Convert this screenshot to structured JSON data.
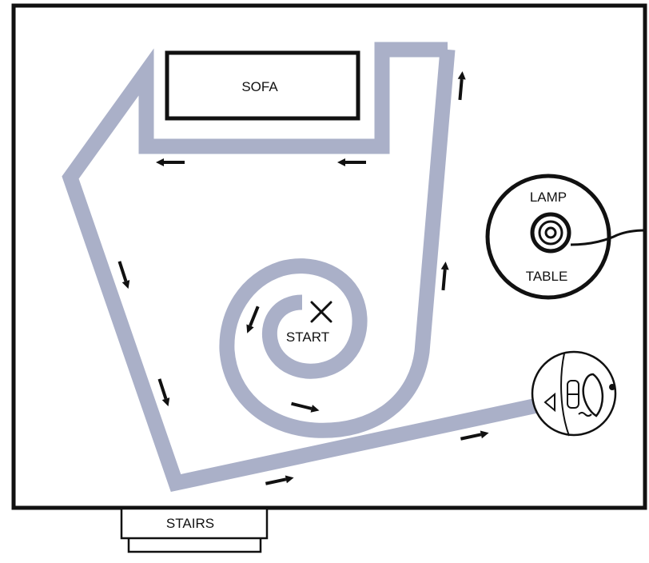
{
  "labels": {
    "sofa": "SOFA",
    "lamp": "LAMP",
    "table": "TABLE",
    "start": "START",
    "stairs": "STAIRS"
  },
  "icons": {
    "start_marker": "x-mark-icon",
    "direction_marker": "arrow-icon",
    "robot": "robot-vacuum-icon"
  },
  "colors": {
    "path": "#aab0c8",
    "walls": "#111111",
    "arrows": "#111111",
    "background": "#ffffff"
  }
}
